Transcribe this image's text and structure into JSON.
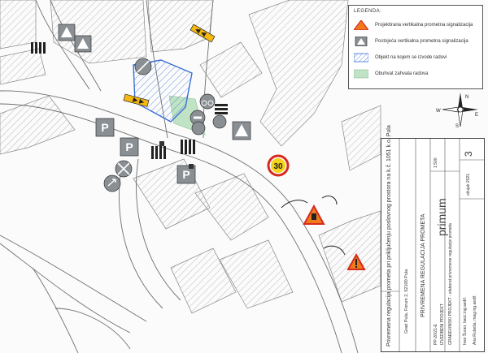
{
  "legend": {
    "title": "LEGENDA:",
    "items": [
      {
        "label": "Projektirana vertikalna prometna signalizacija",
        "kind": "projected-sign"
      },
      {
        "label": "Postojeća vertikalna prometna signalizacija",
        "kind": "existing-sign"
      },
      {
        "label": "Objekt na kojem se izvode radovi",
        "kind": "work-object"
      },
      {
        "label": "Obuhvat zahvata radova",
        "kind": "work-scope"
      }
    ]
  },
  "compass": {
    "n": "N",
    "s": "S",
    "e": "E",
    "w": "W"
  },
  "signs": {
    "speed_limit": "30",
    "parking": "P"
  },
  "titleblock": {
    "project_title": "Privremena regulacija prometa pri priključenju poslovnog prostora na k.č. 1051 k.o. Pula",
    "investor": "Grad Pula, Forum 2, 52100 Pula",
    "drawing_title": "PRIVREMENA REGULACIJA PROMETA",
    "zop": "PP-20/21-E",
    "phase": "IZVEDBENI PROJEKT",
    "content": "GRAĐEVINSKI PROJEKT - elaborat privremene regulacije prometa",
    "scale": "1:500",
    "date": "ožujak 2021.",
    "sheet_no": "3",
    "designer": "Ana Rubeša, mag.ing.aedif.",
    "author": "Ivan Šuran, bacc.ing.aedif.",
    "company": "primum"
  },
  "colors": {
    "scope_green": "#bfe3c4",
    "object_blue": "#3b6ed6",
    "sign_orange": "#f07a1a",
    "sign_red": "#d62a1f",
    "existing_gray": "#8a8f94",
    "road_line": "#6f6f6f"
  }
}
